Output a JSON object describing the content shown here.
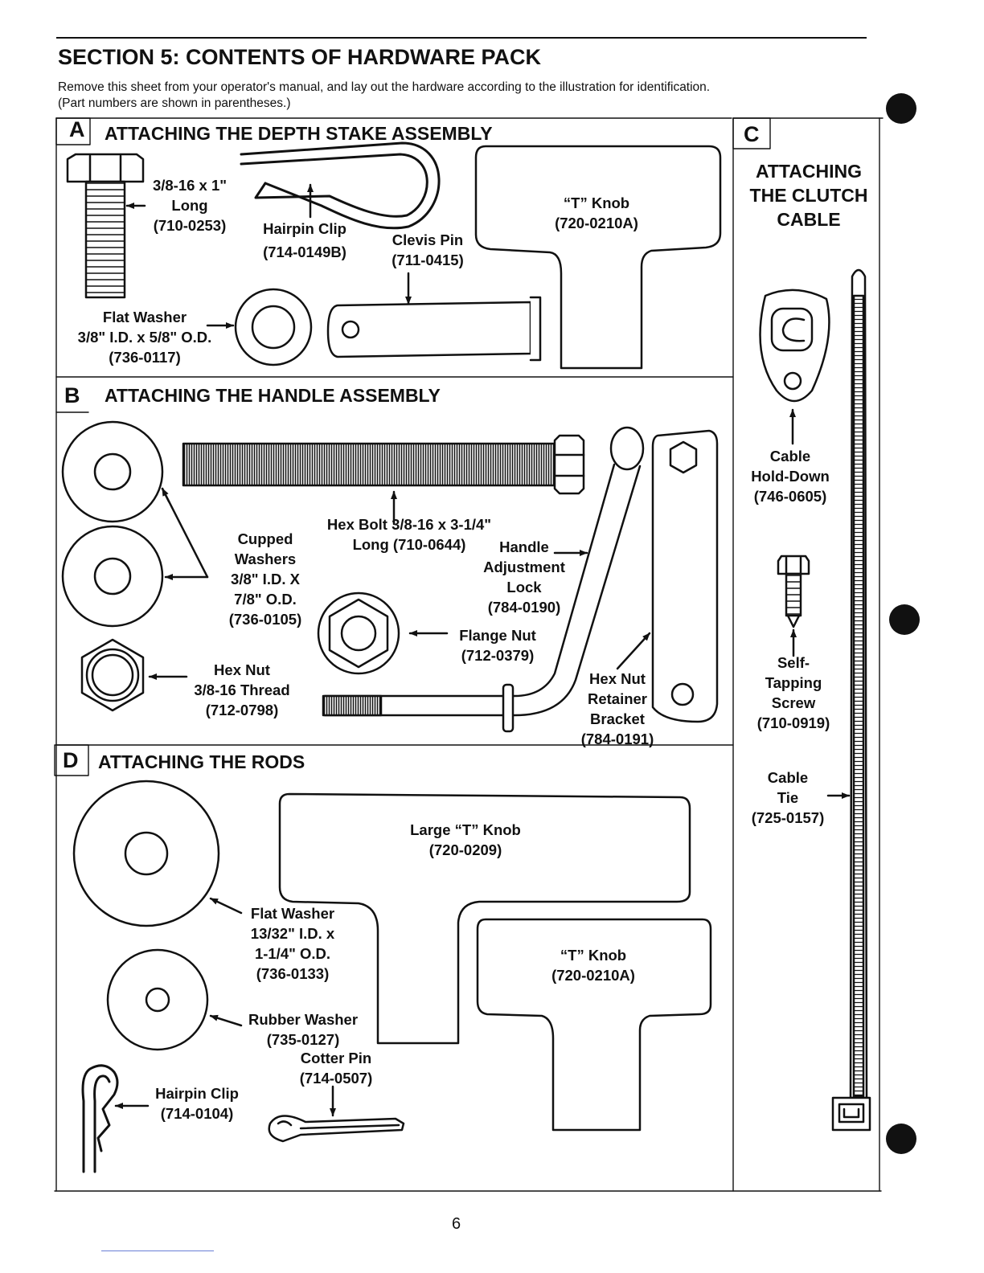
{
  "header": {
    "title": "SECTION 5:  CONTENTS OF HARDWARE PACK",
    "intro_line1": "Remove this sheet from your operator's manual, and lay out the hardware according to the illustration for identification.",
    "intro_line2": "(Part numbers are shown in parentheses.)"
  },
  "section_a": {
    "letter": "A",
    "title": "ATTACHING THE DEPTH STAKE ASSEMBLY",
    "bolt": [
      "3/8-16 x 1\"",
      "Long",
      "(710-0253)"
    ],
    "hairpin_clip": [
      "Hairpin Clip",
      "(714-0149B)"
    ],
    "clevis_pin": [
      "Clevis Pin",
      "(711-0415)"
    ],
    "t_knob": [
      "“T” Knob",
      "(720-0210A)"
    ],
    "flat_washer": [
      "Flat Washer",
      "3/8\" I.D. x 5/8\" O.D.",
      "(736-0117)"
    ]
  },
  "section_b": {
    "letter": "B",
    "title": "ATTACHING THE HANDLE ASSEMBLY",
    "hex_bolt": [
      "Hex Bolt 3/8-16 x 3-1/4\"",
      "Long (710-0644)"
    ],
    "cupped_washers": [
      "Cupped",
      "Washers",
      "3/8\" I.D. X",
      "7/8\" O.D.",
      "(736-0105)"
    ],
    "handle_lock": [
      "Handle",
      "Adjustment",
      "Lock",
      "(784-0190)"
    ],
    "flange_nut": [
      "Flange Nut",
      "(712-0379)"
    ],
    "hex_nut": [
      "Hex Nut",
      "3/8-16 Thread",
      "(712-0798)"
    ],
    "retainer_bracket": [
      "Hex Nut",
      "Retainer",
      "Bracket",
      "(784-0191)"
    ]
  },
  "section_c": {
    "letter": "C",
    "title": [
      "ATTACHING",
      "THE CLUTCH",
      "CABLE"
    ],
    "cable_hold_down": [
      "Cable",
      "Hold-Down",
      "(746-0605)"
    ],
    "self_tapping_screw": [
      "Self-",
      "Tapping",
      "Screw",
      "(710-0919)"
    ],
    "cable_tie": [
      "Cable",
      "Tie",
      "(725-0157)"
    ]
  },
  "section_d": {
    "letter": "D",
    "title": "ATTACHING THE RODS",
    "large_t_knob": [
      "Large “T” Knob",
      "(720-0209)"
    ],
    "t_knob": [
      "“T” Knob",
      "(720-0210A)"
    ],
    "flat_washer": [
      "Flat Washer",
      "13/32\" I.D. x",
      "1-1/4\" O.D.",
      "(736-0133)"
    ],
    "rubber_washer": [
      "Rubber Washer",
      "(735-0127)"
    ],
    "cotter_pin": [
      "Cotter Pin",
      "(714-0507)"
    ],
    "hairpin_clip": [
      "Hairpin Clip",
      "(714-0104)"
    ]
  },
  "footer": {
    "page_number": "6"
  },
  "colors": {
    "ink": "#111111",
    "paper": "#ffffff"
  }
}
